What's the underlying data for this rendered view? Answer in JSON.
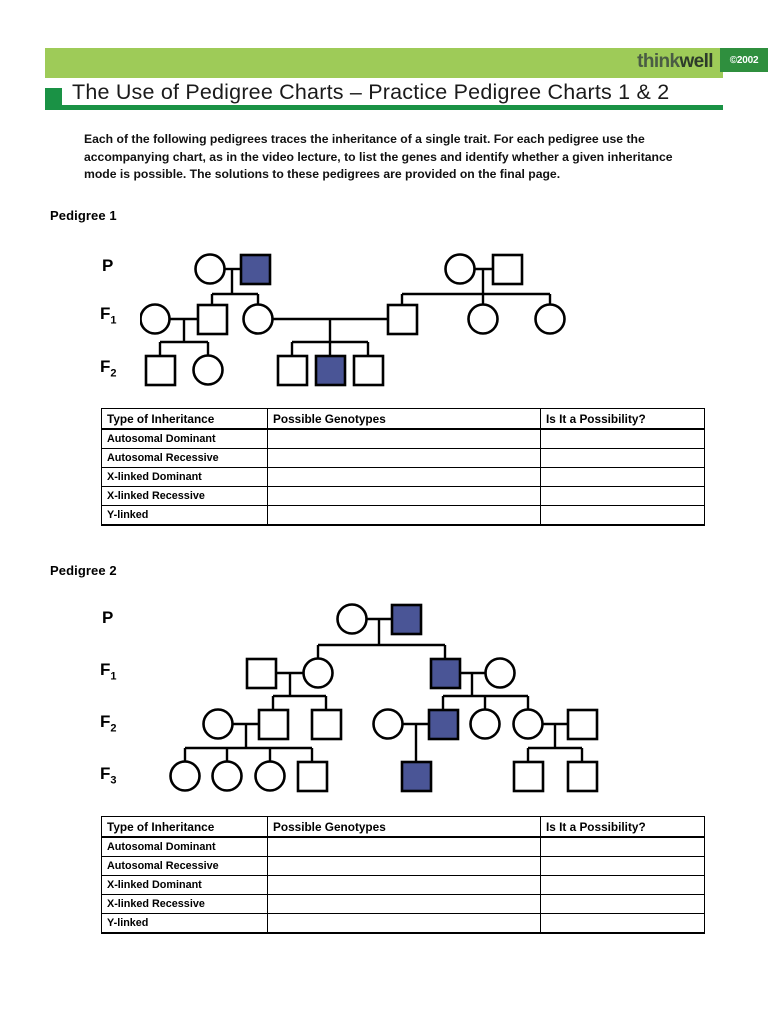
{
  "header": {
    "logo_think": "think",
    "logo_well": "well",
    "copyright": "©2002",
    "title": "The Use of Pedigree Charts – Practice Pedigree Charts 1 & 2",
    "band_color": "#9ecb58",
    "accent_color": "#1a9245",
    "copy_bg": "#2f8f3e"
  },
  "intro": "Each of the following pedigrees traces the inheritance of a single trait. For each pedigree use the accompanying chart, as in the video lecture, to list the genes and identify whether a given inheritance mode is possible. The solutions to these pedigrees are provided on the final page.",
  "affected_color": "#4a5596",
  "pedigree1": {
    "heading": "Pedigree 1",
    "generations": [
      {
        "label": "P",
        "sub": ""
      },
      {
        "label": "F",
        "sub": "1"
      },
      {
        "label": "F",
        "sub": "2"
      }
    ]
  },
  "pedigree2": {
    "heading": "Pedigree 2",
    "generations": [
      {
        "label": "P",
        "sub": ""
      },
      {
        "label": "F",
        "sub": "1"
      },
      {
        "label": "F",
        "sub": "2"
      },
      {
        "label": "F",
        "sub": "3"
      }
    ]
  },
  "table": {
    "headers": [
      "Type of Inheritance",
      "Possible Genotypes",
      "Is It a Possibility?"
    ],
    "rows": [
      {
        "type": "Autosomal Dominant",
        "genotypes": "",
        "possible": ""
      },
      {
        "type": "Autosomal Recessive",
        "genotypes": "",
        "possible": ""
      },
      {
        "type": "X-linked Dominant",
        "genotypes": "",
        "possible": ""
      },
      {
        "type": "X-linked Recessive",
        "genotypes": "",
        "possible": ""
      },
      {
        "type": "Y-linked",
        "genotypes": "",
        "possible": ""
      }
    ]
  }
}
